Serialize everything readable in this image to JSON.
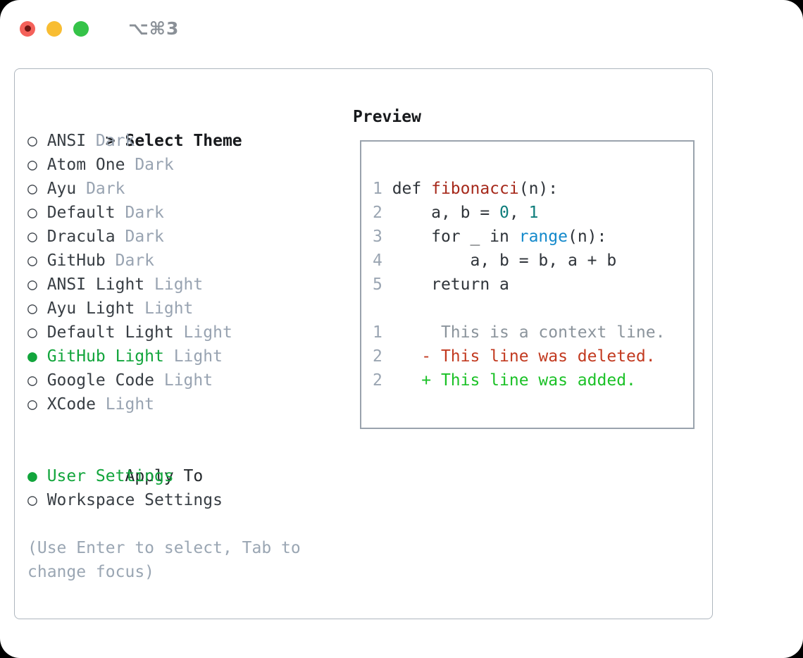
{
  "window": {
    "title": "⌥⌘3",
    "traffic_lights": [
      {
        "name": "close",
        "color": "#f4615a",
        "has_dot": true,
        "dot_color": "#6e1613"
      },
      {
        "name": "minimize",
        "color": "#f8bd33",
        "has_dot": false
      },
      {
        "name": "zoom",
        "color": "#35c348",
        "has_dot": false
      }
    ]
  },
  "icons": {
    "prompt": ">",
    "radio_off": "○",
    "radio_on": "●"
  },
  "theme_picker": {
    "title": "Select Theme",
    "themes": [
      {
        "name": "ANSI",
        "variant": "Dark",
        "selected": false
      },
      {
        "name": "Atom One",
        "variant": "Dark",
        "selected": false
      },
      {
        "name": "Ayu",
        "variant": "Dark",
        "selected": false
      },
      {
        "name": "Default",
        "variant": "Dark",
        "selected": false
      },
      {
        "name": "Dracula",
        "variant": "Dark",
        "selected": false
      },
      {
        "name": "GitHub",
        "variant": "Dark",
        "selected": false
      },
      {
        "name": "ANSI Light",
        "variant": "Light",
        "selected": false
      },
      {
        "name": "Ayu Light",
        "variant": "Light",
        "selected": false
      },
      {
        "name": "Default Light",
        "variant": "Light",
        "selected": false
      },
      {
        "name": "GitHub Light",
        "variant": "Light",
        "selected": true
      },
      {
        "name": "Google Code",
        "variant": "Light",
        "selected": false
      },
      {
        "name": "XCode",
        "variant": "Light",
        "selected": false
      }
    ],
    "apply_to": {
      "title": "Apply To",
      "options": [
        {
          "label": "User Settings",
          "selected": true
        },
        {
          "label": "Workspace Settings",
          "selected": false
        }
      ]
    },
    "hint_lines": [
      "(Use Enter to select, Tab to",
      "change focus)"
    ]
  },
  "preview": {
    "title": "Preview",
    "code_lines": [
      {
        "segs": [
          [
            "num",
            "1 "
          ],
          [
            "code",
            "def "
          ],
          [
            "func",
            "fibonacci"
          ],
          [
            "code",
            "(n):"
          ]
        ]
      },
      {
        "segs": [
          [
            "num",
            "2 "
          ],
          [
            "code",
            "    a, b = "
          ],
          [
            "number",
            "0"
          ],
          [
            "code",
            ", "
          ],
          [
            "number",
            "1"
          ]
        ]
      },
      {
        "segs": [
          [
            "num",
            "3 "
          ],
          [
            "code",
            "    for _ in "
          ],
          [
            "builtin",
            "range"
          ],
          [
            "code",
            "(n):"
          ]
        ]
      },
      {
        "segs": [
          [
            "num",
            "4 "
          ],
          [
            "code",
            "        a, b = b, a + b"
          ]
        ]
      },
      {
        "segs": [
          [
            "num",
            "5 "
          ],
          [
            "code",
            "    return a"
          ]
        ]
      },
      {
        "segs": []
      },
      {
        "segs": [
          [
            "num",
            "1"
          ],
          [
            "context",
            "      This is a context line."
          ]
        ]
      },
      {
        "segs": [
          [
            "num",
            "2"
          ],
          [
            "code",
            "    "
          ],
          [
            "del",
            "- This line was deleted."
          ]
        ]
      },
      {
        "segs": [
          [
            "num",
            "2"
          ],
          [
            "code",
            "    "
          ],
          [
            "add",
            "+ This line was added."
          ]
        ]
      }
    ]
  },
  "colors": {
    "selected_green": "#12a53c",
    "added_green": "#1bc127",
    "deleted_red": "#c23a20",
    "function_red": "#a6291b",
    "number_teal": "#0e7d7b",
    "builtin_blue": "#1389cb",
    "line_number_gray": "#9aa5b2",
    "variant_gray": "#98a3b1",
    "hint_gray": "#9aa6b3",
    "panel_border": "#aeb6be",
    "preview_border": "#9aa3ad"
  }
}
